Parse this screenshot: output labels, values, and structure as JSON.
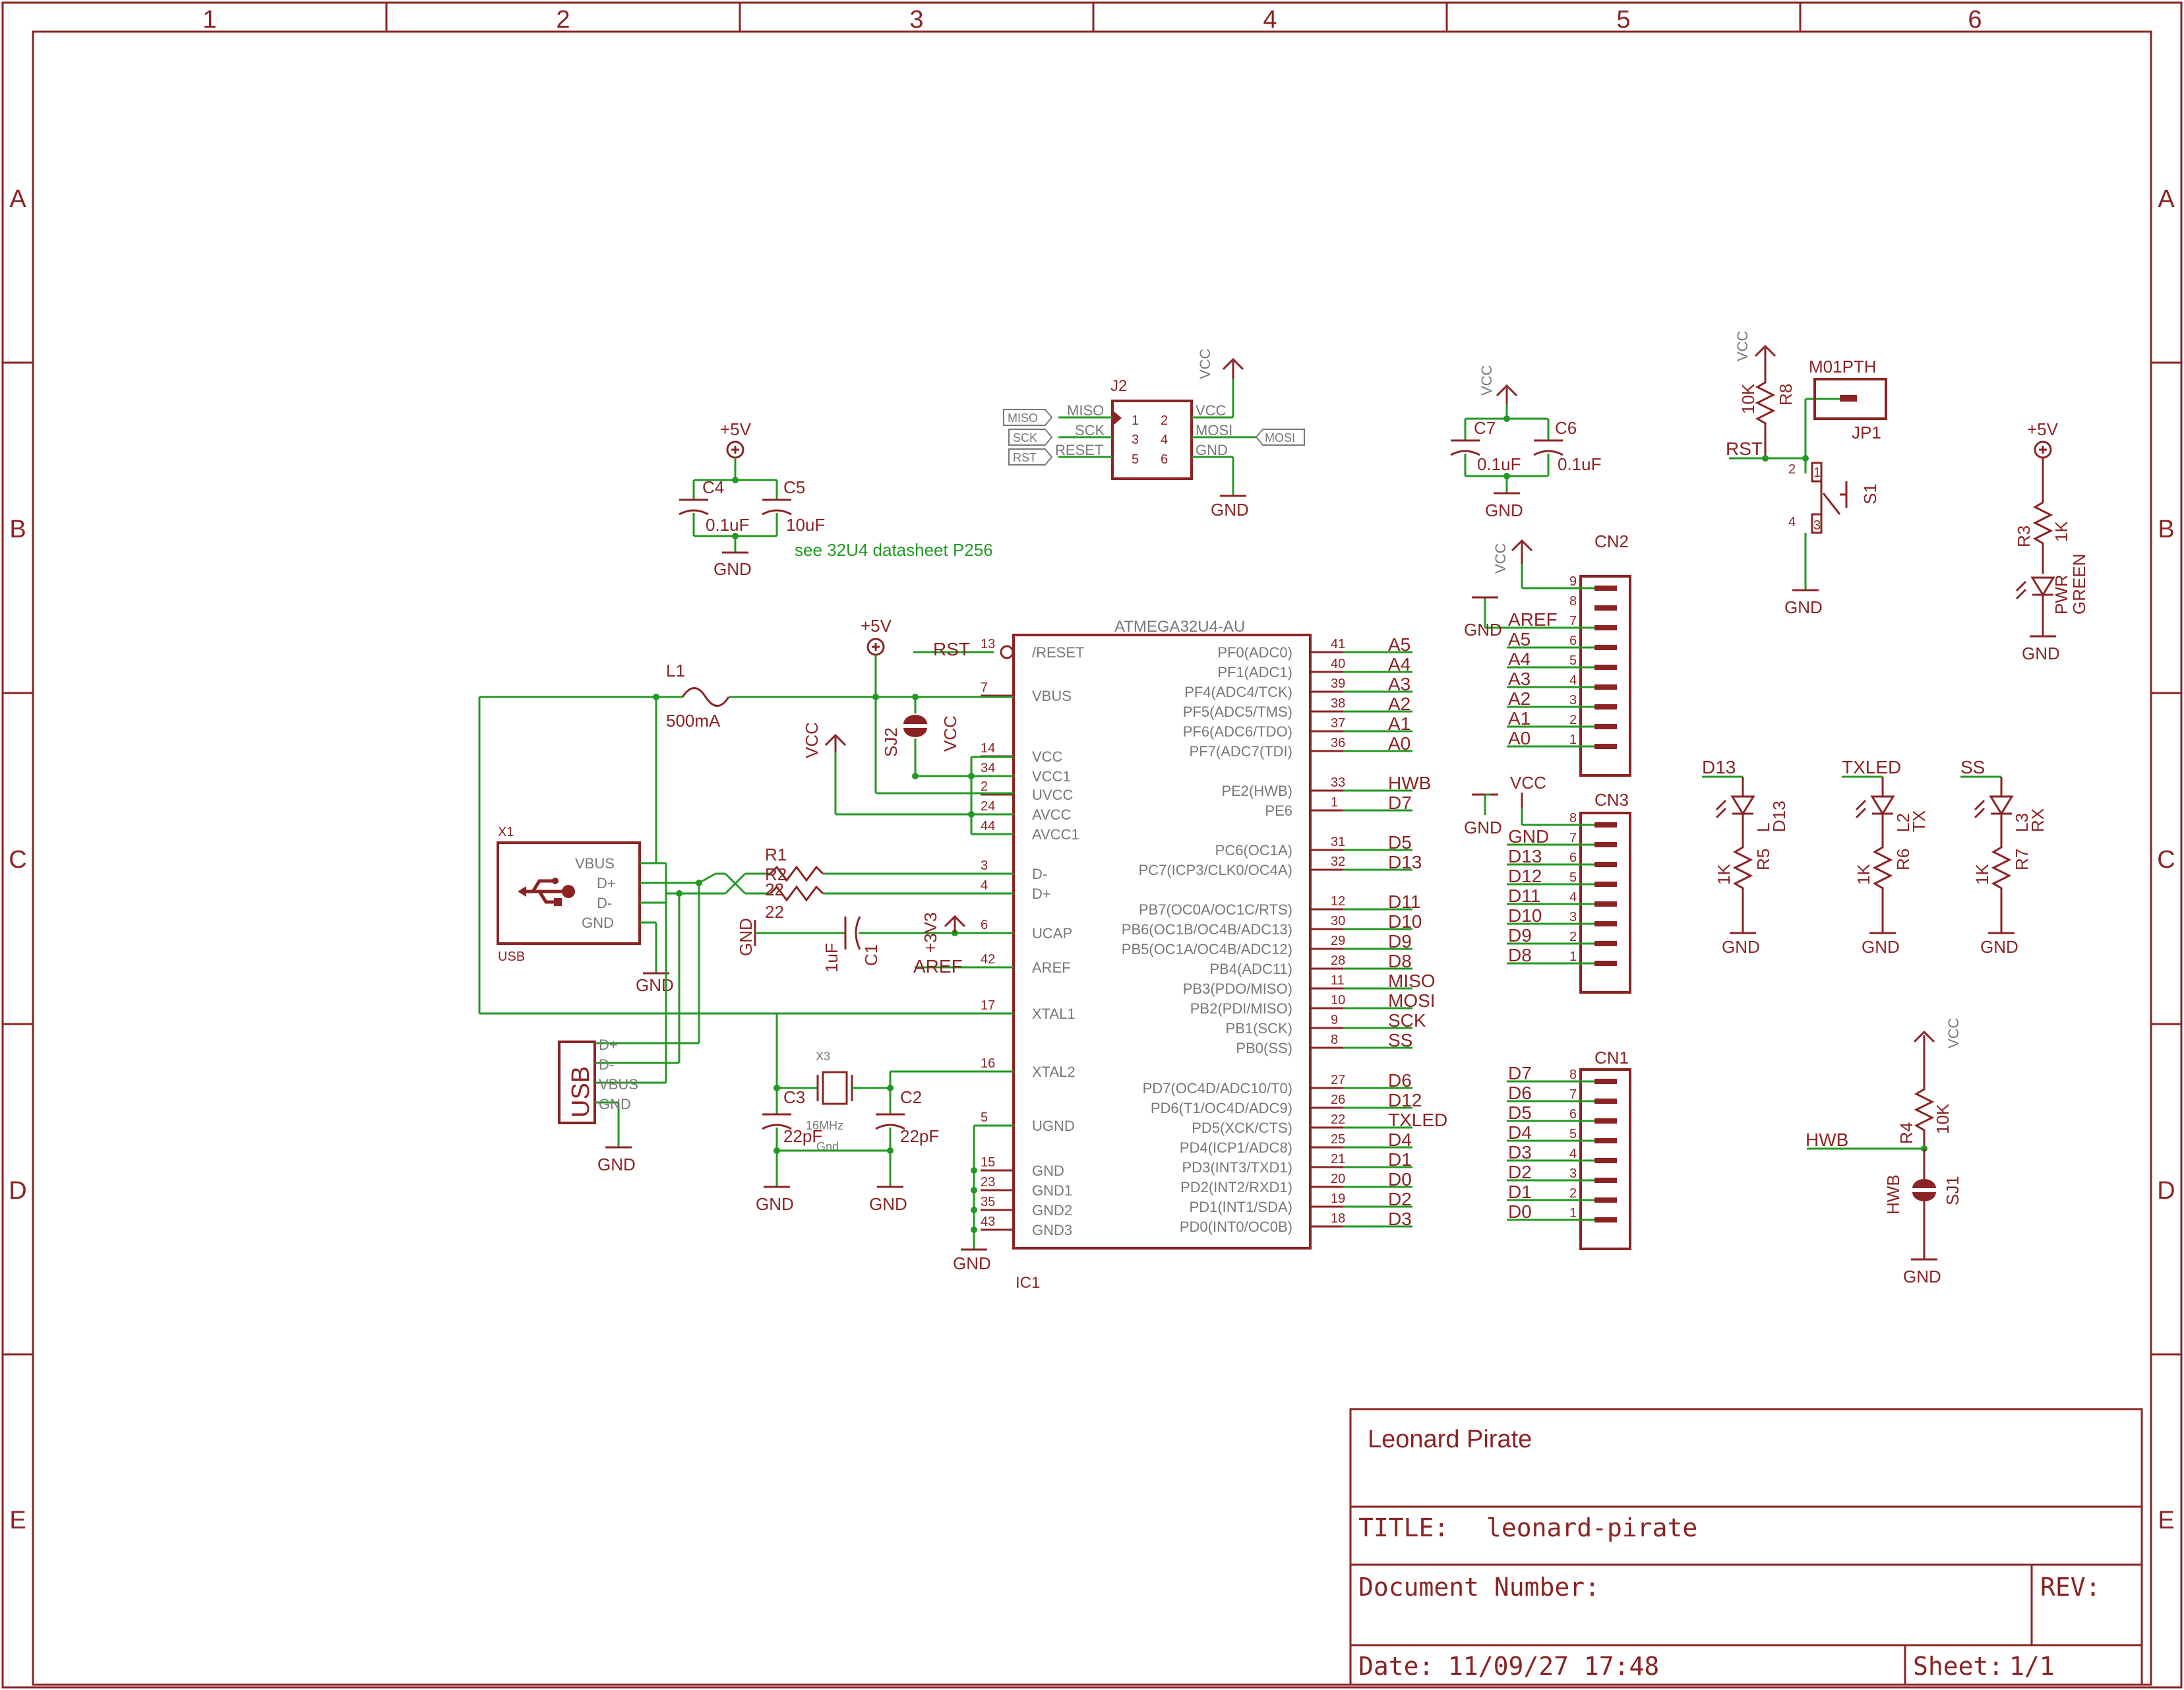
{
  "frame": {
    "columns": [
      "1",
      "2",
      "3",
      "4",
      "5",
      "6"
    ],
    "rows": [
      "A",
      "B",
      "C",
      "D",
      "E"
    ]
  },
  "title_block": {
    "company": "Leonard Pirate",
    "title_label": "TITLE:",
    "title_value": "leonard-pirate",
    "document_label": "Document Number:",
    "rev_label": "REV:",
    "date_label": "Date:",
    "date_value": "11/09/27 17:48",
    "sheet_label": "Sheet:",
    "sheet_value": "1/1"
  },
  "ic1": {
    "ref": "IC1",
    "part": "ATMEGA32U4-AU",
    "left_pins": [
      {
        "num": "13",
        "name": "/RESET"
      },
      {
        "num": "7",
        "name": "VBUS"
      },
      {
        "num": "14",
        "name": "VCC"
      },
      {
        "num": "34",
        "name": "VCC1"
      },
      {
        "num": "2",
        "name": "UVCC"
      },
      {
        "num": "24",
        "name": "AVCC"
      },
      {
        "num": "44",
        "name": "AVCC1"
      },
      {
        "num": "3",
        "name": "D-"
      },
      {
        "num": "4",
        "name": "D+"
      },
      {
        "num": "6",
        "name": "UCAP"
      },
      {
        "num": "42",
        "name": "AREF"
      },
      {
        "num": "17",
        "name": "XTAL1"
      },
      {
        "num": "16",
        "name": "XTAL2"
      },
      {
        "num": "5",
        "name": "UGND"
      },
      {
        "num": "15",
        "name": "GND"
      },
      {
        "num": "23",
        "name": "GND1"
      },
      {
        "num": "35",
        "name": "GND2"
      },
      {
        "num": "43",
        "name": "GND3"
      }
    ],
    "right_pins": [
      {
        "num": "41",
        "name": "PF0(ADC0)",
        "net": "A5"
      },
      {
        "num": "40",
        "name": "PF1(ADC1)",
        "net": "A4"
      },
      {
        "num": "39",
        "name": "PF4(ADC4/TCK)",
        "net": "A3"
      },
      {
        "num": "38",
        "name": "PF5(ADC5/TMS)",
        "net": "A2"
      },
      {
        "num": "37",
        "name": "PF6(ADC6/TDO)",
        "net": "A1"
      },
      {
        "num": "36",
        "name": "PF7(ADC7(TDI)",
        "net": "A0"
      },
      {
        "num": "33",
        "name": "PE2(HWB)",
        "net": "HWB"
      },
      {
        "num": "1",
        "name": "PE6",
        "net": "D7"
      },
      {
        "num": "31",
        "name": "PC6(OC1A)",
        "net": "D5"
      },
      {
        "num": "32",
        "name": "PC7(ICP3/CLK0/OC4A)",
        "net": "D13"
      },
      {
        "num": "12",
        "name": "PB7(OC0A/OC1C/RTS)",
        "net": "D11"
      },
      {
        "num": "30",
        "name": "PB6(OC1B/OC4B/ADC13)",
        "net": "D10"
      },
      {
        "num": "29",
        "name": "PB5(OC1A/OC4B/ADC12)",
        "net": "D9"
      },
      {
        "num": "28",
        "name": "PB4(ADC11)",
        "net": "D8"
      },
      {
        "num": "11",
        "name": "PB3(PDO/MISO)",
        "net": "MISO"
      },
      {
        "num": "10",
        "name": "PB2(PDI/MISO)",
        "net": "MOSI"
      },
      {
        "num": "9",
        "name": "PB1(SCK)",
        "net": "SCK"
      },
      {
        "num": "8",
        "name": "PB0(SS)",
        "net": "SS"
      },
      {
        "num": "27",
        "name": "PD7(OC4D/ADC10/T0)",
        "net": "D6"
      },
      {
        "num": "26",
        "name": "PD6(T1/OC4D/ADC9)",
        "net": "D12"
      },
      {
        "num": "22",
        "name": "PD5(XCK/CTS)",
        "net": "TXLED"
      },
      {
        "num": "25",
        "name": "PD4(ICP1/ADC8)",
        "net": "D4"
      },
      {
        "num": "21",
        "name": "PD3(INT3/TXD1)",
        "net": "D1"
      },
      {
        "num": "20",
        "name": "PD2(INT2/RXD1)",
        "net": "D0"
      },
      {
        "num": "19",
        "name": "PD1(INT1/SDA)",
        "net": "D2"
      },
      {
        "num": "18",
        "name": "PD0(INT0/OC0B)",
        "net": "D3"
      }
    ],
    "rst_net": "RST",
    "aref_net": "AREF",
    "gnd_label": "GND",
    "v5_label": "+5V",
    "vcc_label": "VCC",
    "v33_label": "+3V3"
  },
  "j2": {
    "ref": "J2",
    "left_tags": [
      "MISO",
      "SCK",
      "RST"
    ],
    "left_pins": [
      "MISO",
      "SCK",
      "RESET"
    ],
    "pin_numbers": [
      "1",
      "2",
      "3",
      "4",
      "5",
      "6"
    ],
    "right_pins": [
      "VCC",
      "MOSI",
      "GND"
    ],
    "right_tag": "MOSI",
    "vcc_label": "VCC",
    "gnd_label": "GND"
  },
  "c4c5": {
    "power": "+5V",
    "c4": "C4",
    "c4_val": "0.1uF",
    "c5": "C5",
    "c5_val": "10uF",
    "gnd": "GND",
    "note": "see 32U4 datasheet P256"
  },
  "c7c6": {
    "power": "VCC",
    "c7": "C7",
    "c7_val": "0.1uF",
    "c6": "C6",
    "c6_val": "0.1uF",
    "gnd": "GND"
  },
  "reset": {
    "vcc": "VCC",
    "r8": "R8",
    "r8_val": "10K",
    "jp1_part": "M01PTH",
    "jp1": "JP1",
    "rst": "RST",
    "s1": "S1",
    "pins": [
      "2",
      "1",
      "4",
      "3"
    ],
    "gnd": "GND"
  },
  "pwr_led": {
    "power": "+5V",
    "r3": "R3",
    "r3_val": "1K",
    "led": "PWR",
    "led_color": "GREEN",
    "gnd": "GND"
  },
  "cn2": {
    "ref": "CN2",
    "vcc": "VCC",
    "gnd": "GND",
    "nets": [
      "AREF",
      "A5",
      "A4",
      "A3",
      "A2",
      "A1",
      "A0"
    ],
    "pins": [
      "9",
      "8",
      "7",
      "6",
      "5",
      "4",
      "3",
      "2",
      "1"
    ]
  },
  "cn3": {
    "ref": "CN3",
    "vcc": "VCC",
    "gnd_tag": "GND",
    "nets": [
      "GND",
      "D13",
      "D12",
      "D11",
      "D10",
      "D9",
      "D8"
    ],
    "pins": [
      "8",
      "7",
      "6",
      "5",
      "4",
      "3",
      "2",
      "1"
    ]
  },
  "cn1": {
    "ref": "CN1",
    "nets": [
      "D7",
      "D6",
      "D5",
      "D4",
      "D3",
      "D2",
      "D1",
      "D0"
    ],
    "pins": [
      "8",
      "7",
      "6",
      "5",
      "4",
      "3",
      "2",
      "1"
    ]
  },
  "leds": [
    {
      "net": "D13",
      "led": "L",
      "led_net": "D13",
      "r": "R5",
      "r_val": "1K",
      "gnd": "GND"
    },
    {
      "net": "TXLED",
      "led": "L2",
      "led_net": "TX",
      "r": "R6",
      "r_val": "1K",
      "gnd": "GND"
    },
    {
      "net": "SS",
      "led": "L3",
      "led_net": "RX",
      "r": "R7",
      "r_val": "1K",
      "gnd": "GND"
    }
  ],
  "hwb": {
    "vcc": "VCC",
    "r4": "R4",
    "r4_val": "10K",
    "net": "HWB",
    "sj1": "SJ1",
    "sj_net": "HWB",
    "gnd": "GND"
  },
  "usb": {
    "x1": "X1",
    "x1_pins": [
      "VBUS",
      "D+",
      "D-",
      "GND"
    ],
    "x1_footprint": "USB",
    "conn_label": "USB",
    "conn_pins": [
      "D+",
      "D-",
      "VBUS",
      "GND"
    ],
    "gnd": "GND",
    "l1": "L1",
    "l1_val": "500mA",
    "r1": "R1",
    "r2": "R2",
    "r_val1": "22",
    "r_val2": "22",
    "c1": "C1",
    "c1_val": "1uF",
    "sj2": "SJ2",
    "v5": "+5V",
    "vcc1": "VCC",
    "vcc2": "VCC"
  },
  "crystal": {
    "x3": "X3",
    "freq": "16MHz",
    "gnd_pin": "Gnd",
    "c3": "C3",
    "c3_val": "22pF",
    "c2": "C2",
    "c2_val": "22pF",
    "gnd": "GND"
  }
}
